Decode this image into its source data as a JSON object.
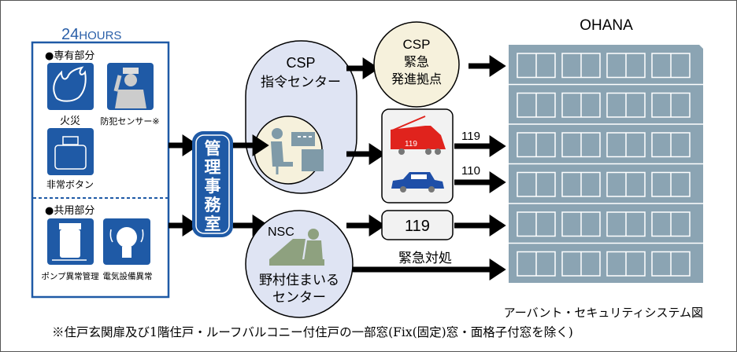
{
  "left_panel": {
    "title_num": "24",
    "title_unit": "HOURS",
    "private_section": "●専有部分",
    "private_items": [
      {
        "label": "火災",
        "icon": "fire-icon"
      },
      {
        "label": "防犯センサー※",
        "icon": "guard-icon"
      },
      {
        "label": "非常ボタン",
        "icon": "emergency-button-icon"
      }
    ],
    "common_section": "●共用部分",
    "common_items": [
      {
        "label": "ポンプ異常管理",
        "icon": "pump-icon"
      },
      {
        "label": "電気設備異常",
        "icon": "light-bulb-icon"
      }
    ]
  },
  "management_office": [
    "管",
    "理",
    "事",
    "務",
    "室"
  ],
  "csp_center": {
    "line1": "CSP",
    "line2": "指令センター"
  },
  "csp_dispatch": {
    "line1": "CSP",
    "line2": "緊急",
    "line3": "発進拠点"
  },
  "vehicles": {
    "fire_label": "119",
    "fire_call": "119",
    "police_call": "110"
  },
  "nsc": {
    "label": "NSC",
    "line1": "野村住まいる",
    "line2": "センター"
  },
  "nsc_call": "119",
  "emergency_response": "緊急対処",
  "building": {
    "name": "OHANA",
    "floors": 6,
    "units_per_floor": 4
  },
  "caption": {
    "title": "アーバント・セキュリティシステム図",
    "note": "※住戸玄関扉及び1階住戸・ルーフバルコニー付住戸の一部窓(Fix(固定)窓・面格子付窓を除く)"
  },
  "colors": {
    "blue": "#1f5aa6",
    "capsule": "#dfe4f3",
    "cream": "#f6f1dc",
    "building": "#8ba4b3",
    "fire_truck": "#e0231d",
    "police_car": "#1f4fa8",
    "operator": "#7f9aa8",
    "nsc_operator": "#8ea17f"
  }
}
